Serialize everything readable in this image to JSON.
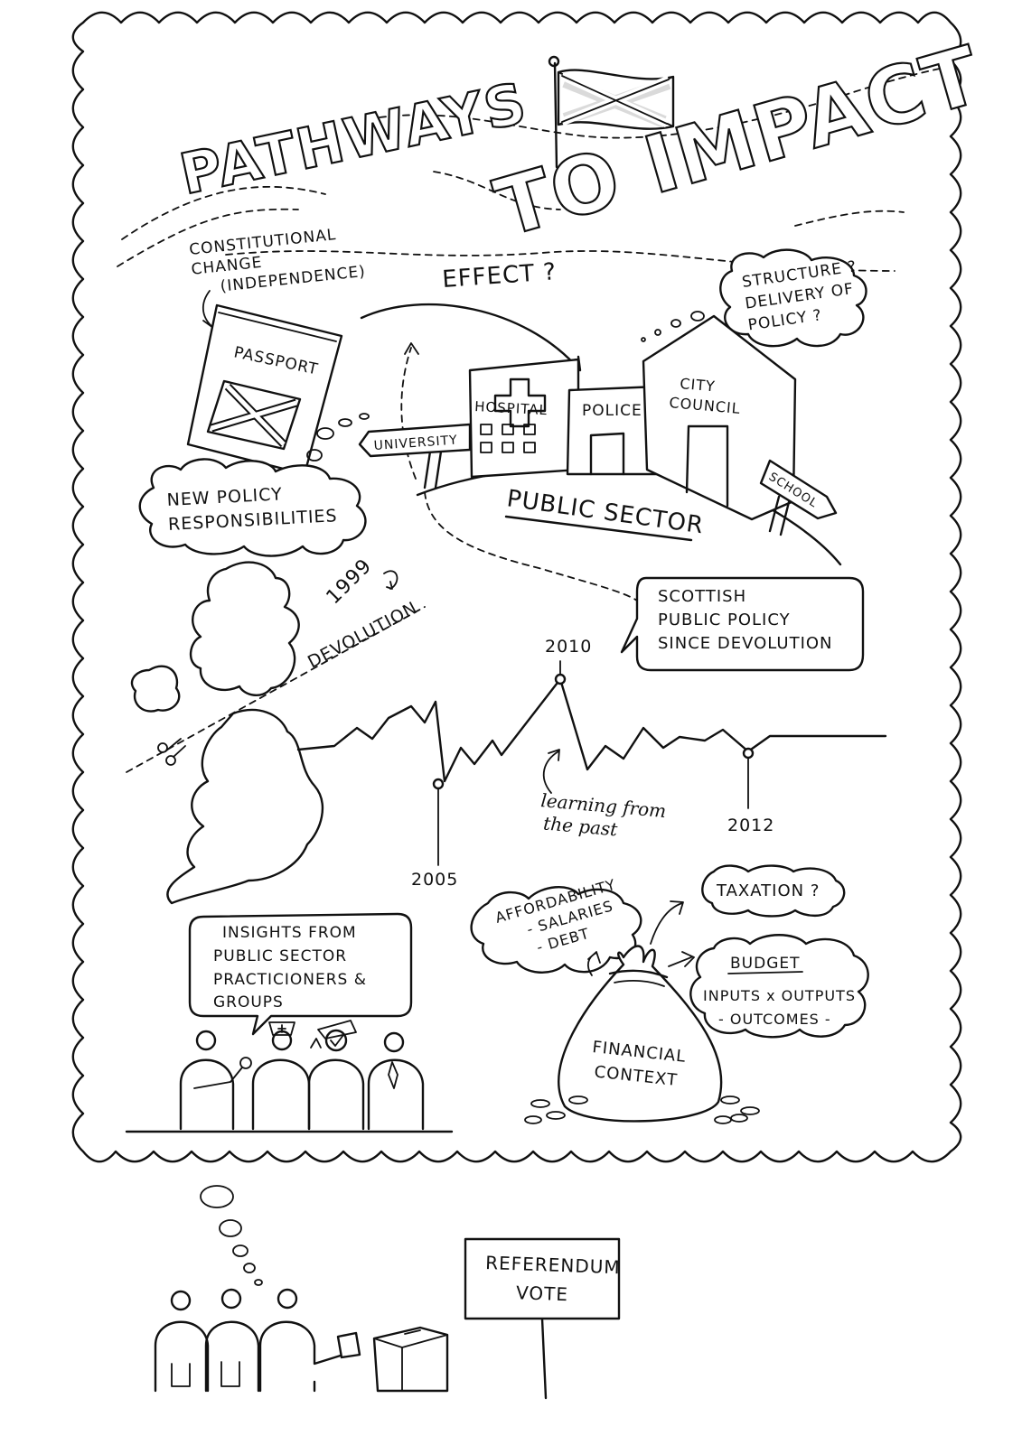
{
  "title": {
    "part1": "PATHWAYS",
    "part2": "TO IMPACT"
  },
  "top": {
    "constitutional": [
      "CONSTITUTIONAL",
      "CHANGE",
      "(INDEPENDENCE)"
    ],
    "effect": "EFFECT ?",
    "passport": "PASSPORT",
    "structure_bubble": [
      "STRUCTURE ?",
      "DELIVERY OF",
      "POLICY ?"
    ],
    "new_policy_bubble": [
      "NEW POLICY",
      "RESPONSIBILITIES"
    ]
  },
  "public_sector": {
    "hospital": "HOSPITAL",
    "police": "POLICE",
    "city_council": [
      "CITY",
      "COUNCIL"
    ],
    "university": "UNIVERSITY",
    "school": "SCHOOL",
    "label": "PUBLIC SECTOR"
  },
  "timeline": {
    "devolution_year": "1999",
    "devolution": "DEVOLUTION",
    "scottish_policy_box": [
      "SCOTTISH",
      "PUBLIC POLICY",
      "SINCE DEVOLUTION"
    ],
    "years": [
      "2005",
      "2010",
      "2012"
    ],
    "learning": [
      "learning from",
      "the past"
    ]
  },
  "finance": {
    "affordability": [
      "AFFORDABILITY",
      "- SALARIES",
      "- DEBT"
    ],
    "taxation": "TAXATION ?",
    "budget": [
      "BUDGET",
      "INPUTS x OUTPUTS",
      "- OUTCOMES -"
    ],
    "financial_context": [
      "FINANCIAL",
      "CONTEXT"
    ]
  },
  "insights_box": [
    "INSIGHTS FROM",
    "PUBLIC SECTOR",
    "PRACTICIONERS &",
    "GROUPS"
  ],
  "referendum_sign": [
    "REFERENDUM",
    "VOTE"
  ]
}
